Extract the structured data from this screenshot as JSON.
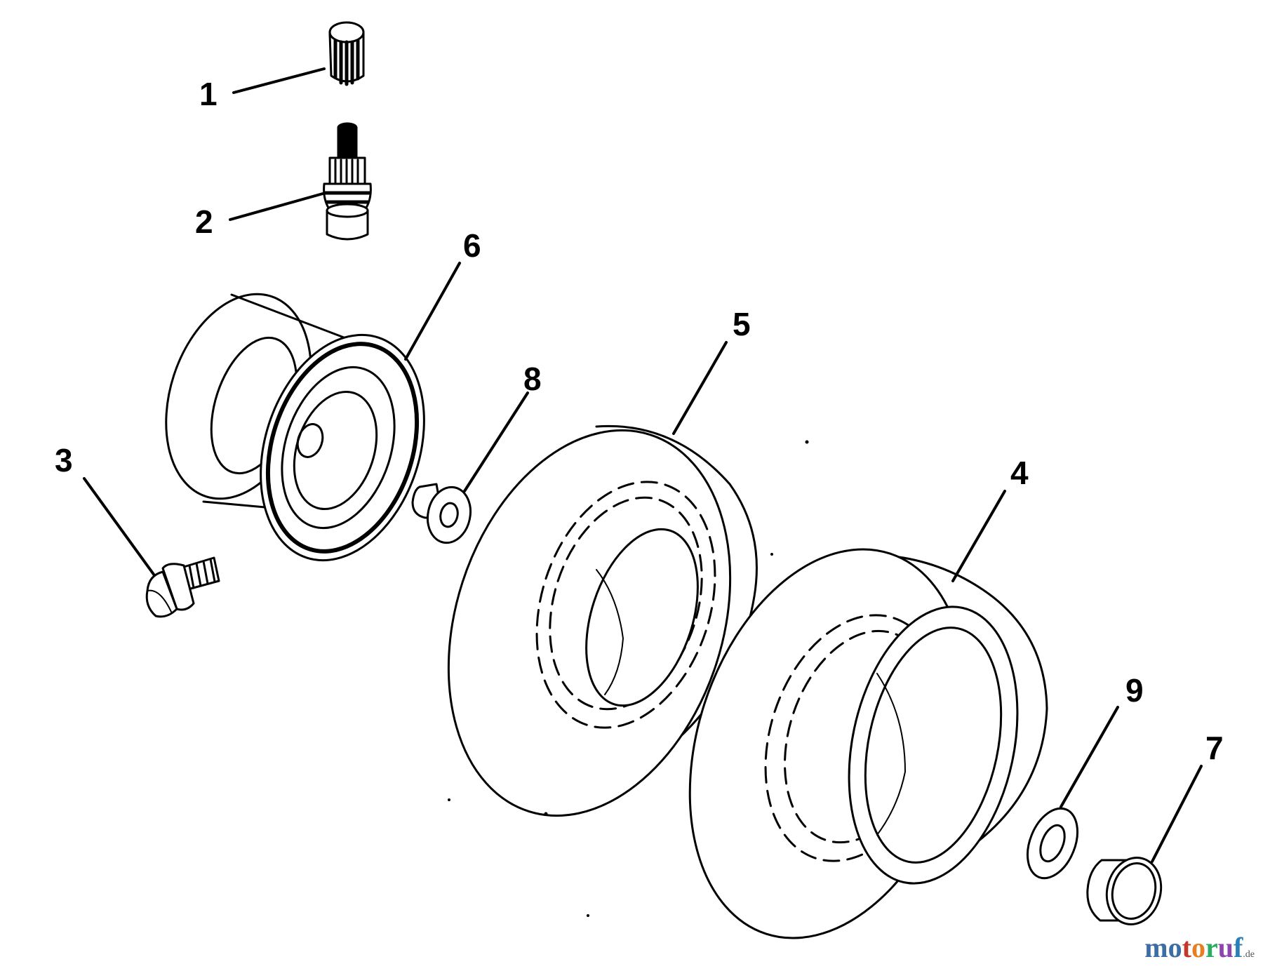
{
  "callouts": [
    "1",
    "2",
    "3",
    "4",
    "5",
    "6",
    "7",
    "8",
    "9"
  ],
  "watermark": {
    "text": "motoruf",
    "suffix": ".de",
    "colors": [
      "#3a6ea5",
      "#3a6ea5",
      "#c0392b",
      "#e67e22",
      "#27ae60",
      "#8e44ad",
      "#2980b9"
    ]
  }
}
